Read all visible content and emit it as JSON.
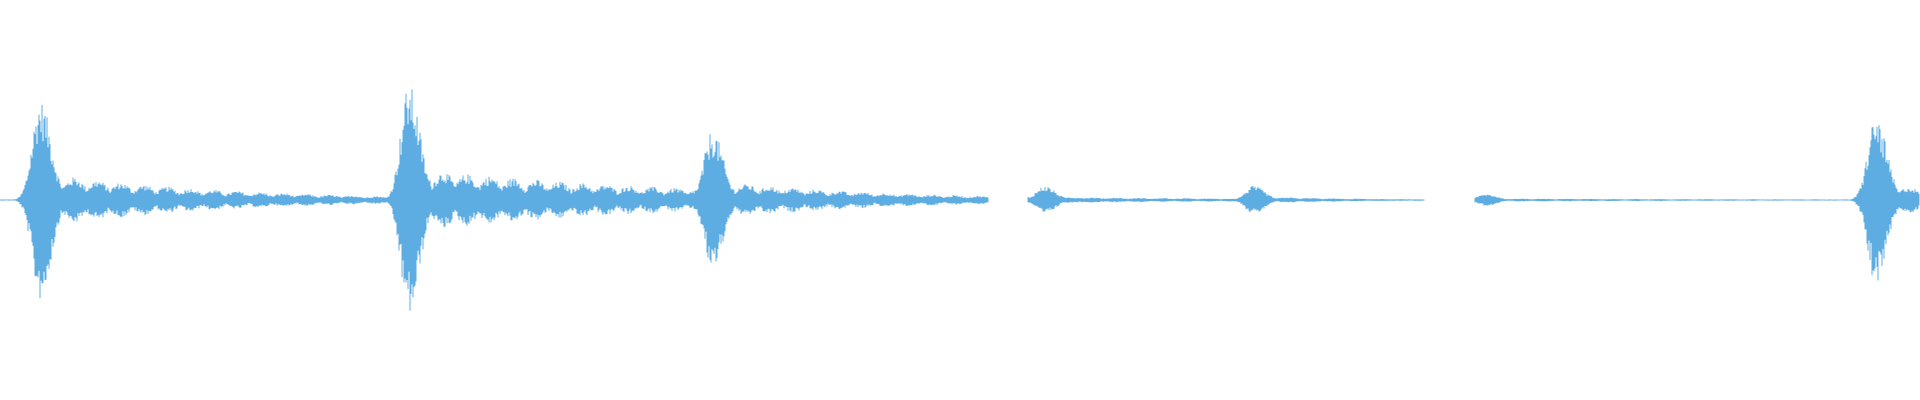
{
  "waveform": {
    "color": "#5dade2",
    "events": [
      {
        "center": 0.021,
        "peak": 0.5,
        "decay": 0.09
      },
      {
        "center": 0.213,
        "peak": 0.58,
        "decay": 0.14
      },
      {
        "center": 0.371,
        "peak": 0.35,
        "decay": 0.09
      },
      {
        "center": 0.544,
        "peak": 0.07,
        "decay": 0.04
      },
      {
        "center": 0.653,
        "peak": 0.07,
        "decay": 0.05
      },
      {
        "center": 0.774,
        "peak": 0.03,
        "decay": 0.18
      },
      {
        "center": 0.977,
        "peak": 0.42,
        "decay": 0.03
      }
    ],
    "gaps": [
      [
        0.515,
        0.535
      ],
      [
        0.742,
        0.768
      ]
    ]
  }
}
